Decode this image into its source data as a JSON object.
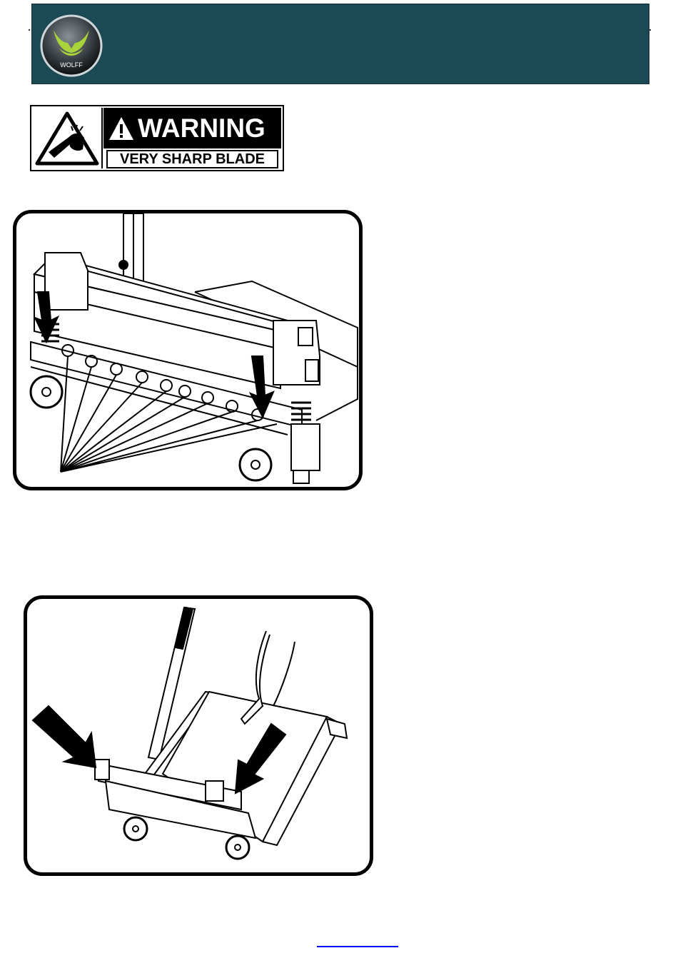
{
  "header": {
    "logo_text": "WOLFF",
    "background_color": "#1c4a54"
  },
  "warning_sign": {
    "heading": "WARNING",
    "subheading": "VERY SHARP BLADE",
    "icon": "hand-cut-hazard-icon"
  },
  "figures": [
    {
      "icon": "shear-blade-bolts-illustration"
    },
    {
      "icon": "shear-tilted-handle-illustration"
    }
  ],
  "footer": {
    "link_color": "#0000ff"
  }
}
